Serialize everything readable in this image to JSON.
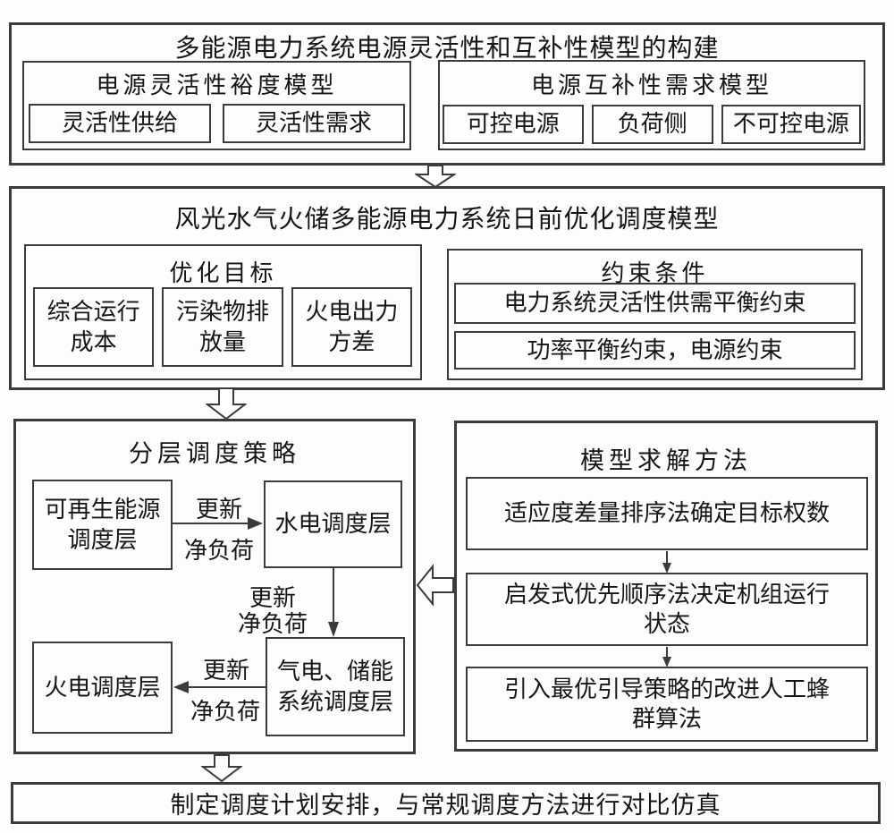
{
  "colors": {
    "line": "#3b3b3b",
    "text": "#151515",
    "background": "#fdfdfd"
  },
  "s1": {
    "title": "多能源电力系统电源灵活性和互补性模型的构建",
    "flex_margin": {
      "title": "电源灵活性裕度模型",
      "items": [
        "灵活性供给",
        "灵活性需求"
      ]
    },
    "complement": {
      "title": "电源互补性需求模型",
      "items": [
        "可控电源",
        "负荷侧",
        "不可控电源"
      ]
    }
  },
  "s2": {
    "title": "风光水气火储多能源电力系统日前优化调度模型",
    "objectives": {
      "title": "优化目标",
      "items": [
        "综合运行\n成本",
        "污染物排\n放量",
        "火电出力\n方差"
      ]
    },
    "constraints": {
      "title": "约束条件",
      "items": [
        "电力系统灵活性供需平衡约束",
        "功率平衡约束，电源约束"
      ]
    }
  },
  "s3": {
    "strategy": {
      "title": "分层调度策略",
      "renewable": "可再生能源\n调度层",
      "hydro": "水电调度层",
      "gas_storage": "气电、储能\n系统调度层",
      "thermal": "火电调度层",
      "edge": {
        "update": "更新",
        "net_load": "净负荷"
      }
    },
    "solver": {
      "title": "模型求解方法",
      "steps": [
        "适应度差量排序法确定目标权数",
        "启发式优先顺序法决定机组运行\n状态",
        "引入最优引导策略的改进人工蜂\n群算法"
      ]
    }
  },
  "s4": {
    "title": "制定调度计划安排，与常规调度方法进行对比仿真"
  }
}
